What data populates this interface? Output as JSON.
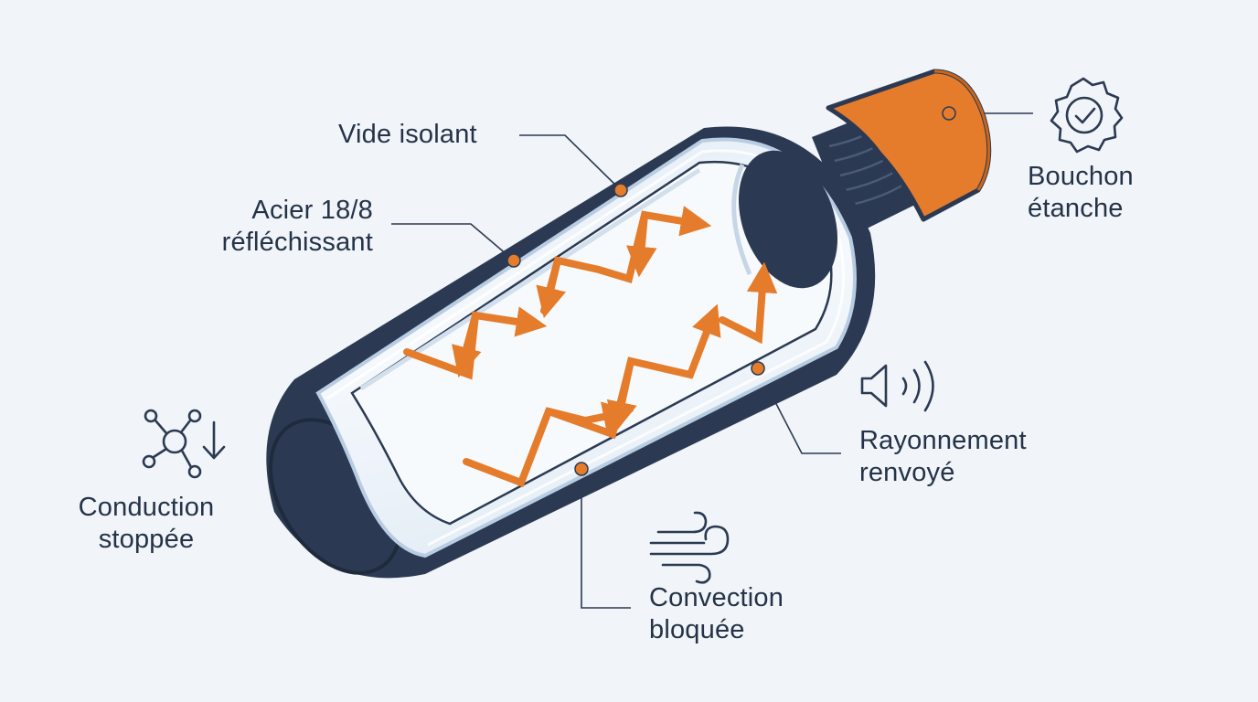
{
  "labels": {
    "vide": {
      "line1": "Vide isolant"
    },
    "acier": {
      "line1": "Acier 18/8",
      "line2": "réfléchissant"
    },
    "bouchon": {
      "line1": "Bouchon",
      "line2": "étanche"
    },
    "rayonnement": {
      "line1": "Rayonnement",
      "line2": "renvoyé"
    },
    "convection": {
      "line1": "Convection",
      "line2": "bloquée"
    },
    "conduction": {
      "line1": "Conduction",
      "line2": "stoppée"
    }
  },
  "icons": {
    "bouchon": "badge-check-icon",
    "rayonnement": "speaker-waves-icon",
    "convection": "wind-icon",
    "conduction": "network-down-icon"
  },
  "colors": {
    "background": "#f1f4f8",
    "navy": "#2b3a52",
    "orange": "#e57c2b",
    "glass": "#e6eef6",
    "text": "#243348"
  }
}
